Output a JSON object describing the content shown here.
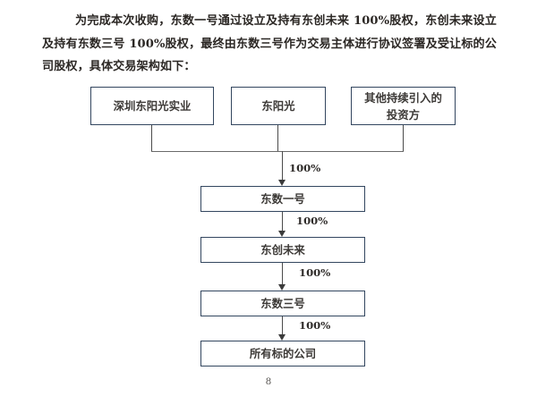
{
  "document": {
    "paragraph": "为完成本次收购，东数一号通过设立及持有东创未来 100%股权，东创未来设立及持有东数三号 100%股权，最终由东数三号作为交易主体进行协议签署及受让标的公司股权，具体交易架构如下：",
    "page_number": "8"
  },
  "diagram": {
    "type": "org-structure",
    "colors": {
      "box_border": "#33465f",
      "connector": "#4b4b4b",
      "text": "#3d3a37"
    },
    "nodes": [
      {
        "id": "shenzhen",
        "label": "深圳东阳光实业",
        "row": "top"
      },
      {
        "id": "dongyang",
        "label": "东阳光",
        "row": "top"
      },
      {
        "id": "other_investors",
        "label": "其他持续引入的\n投资方",
        "label_line1": "其他持续引入的",
        "label_line2": "投资方",
        "row": "top"
      },
      {
        "id": "ds1",
        "label": "东数一号",
        "row": "chain"
      },
      {
        "id": "dcwl",
        "label": "东创未来",
        "row": "chain"
      },
      {
        "id": "ds3",
        "label": "东数三号",
        "row": "chain"
      },
      {
        "id": "target",
        "label": "所有标的公司",
        "row": "chain"
      }
    ],
    "edges": [
      {
        "from": "top-bus",
        "to": "ds1",
        "label": "100%"
      },
      {
        "from": "ds1",
        "to": "dcwl",
        "label": "100%"
      },
      {
        "from": "dcwl",
        "to": "ds3",
        "label": "100%"
      },
      {
        "from": "ds3",
        "to": "target",
        "label": "100%"
      }
    ],
    "edge_labels": {
      "e0": "100%",
      "e1": "100%",
      "e2": "100%",
      "e3": "100%"
    }
  }
}
